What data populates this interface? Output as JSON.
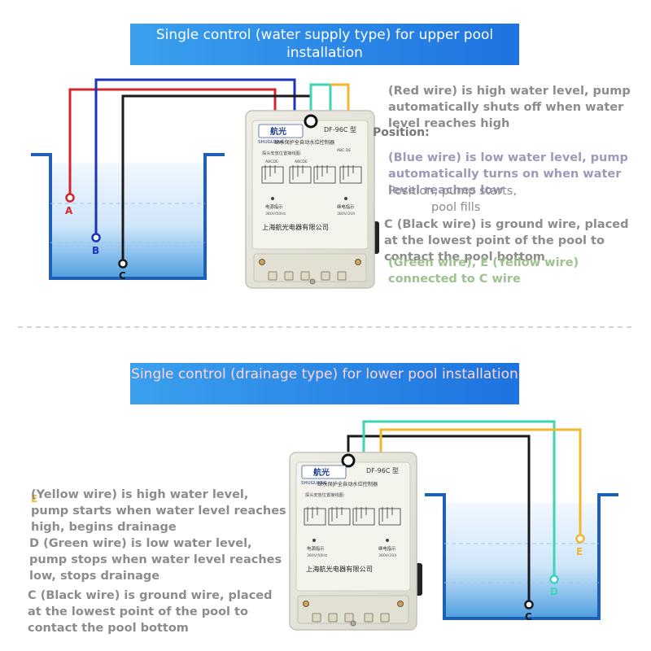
{
  "top": {
    "banner_title": "Single control (water supply type) for upper pool installation",
    "note_red": "(Red wire) is high water level, pump automatically shuts off when water level reaches high",
    "note_position": "Position:",
    "note_blue": "(Blue wire) is low water level, pump automatically turns on when water level reaches low",
    "note_overlap": "Position, pump starts,",
    "note_pool_fills": "pool fills",
    "note_black": "C (Black wire) is ground wire, placed at the lowest point of the pool to contact the pool bottom",
    "note_green": "(Green wire), E (Yellow wire) connected to C wire",
    "label_a": "A",
    "label_b": "B",
    "label_c": "C"
  },
  "bottom": {
    "banner_title": "Single control (drainage type) for lower pool installation",
    "note_yellow_letter": "E",
    "note_yellow": "(Yellow wire) is high water level, pump starts when water level reaches high, begins drainage",
    "note_green": "D (Green wire) is low water level, pump stops when water level reaches low, stops drainage",
    "note_black": "C (Black wire) is ground wire, placed at the lowest point of the pool to contact the pool bottom",
    "label_e": "E",
    "label_d": "D",
    "label_c": "C"
  },
  "device": {
    "brand_cn": "航光",
    "brand_en": "SHUGUANG",
    "model": "DF-96C 型",
    "product_name": "缺水保护全自动水位控制器",
    "wiring_title": "探头安放位置接线图:",
    "terminal_left": "ABCDE",
    "terminal_mid": "ABCDE",
    "terminal_right": "ABC DE",
    "power_label": "电源指示",
    "power_spec": "380V/50Hz",
    "relay_label": "继电指示",
    "relay_spec": "380V/20A",
    "maker": "上海航光电器有限公司"
  },
  "colors": {
    "red": "#d0282e",
    "blue": "#1a35b8",
    "black": "#1a1a1a",
    "green": "#3cd6b4",
    "yellow": "#f2b630",
    "water_top": "#eaf4fd",
    "water_bottom": "#5aa9e6",
    "tank": "#1f5fb5"
  }
}
